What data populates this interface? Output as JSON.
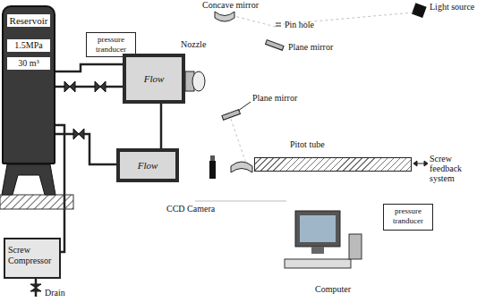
{
  "diagram": {
    "nodes": [
      {
        "text": [
          "Reservoir",
          "1.5MPa",
          "30 m³"
        ]
      },
      {
        "text": [
          "pressure tranducer"
        ]
      },
      {
        "text": [
          "Flow"
        ]
      },
      {
        "text": [
          "Pitot tube"
        ]
      },
      {
        "text": [
          "Flow"
        ]
      },
      {
        "text": [
          "pressure tranducer"
        ]
      },
      {
        "text": [
          "Screw Compressor"
        ]
      }
    ],
    "edges": [
      {
        "from": 0,
        "to": 2,
        "arrow": "none"
      },
      {
        "from": 0,
        "to": 4,
        "arrow": "none"
      },
      {
        "from": 6,
        "to": 0,
        "arrow": "none"
      },
      {
        "from": 2,
        "to": 4,
        "arrow": "none"
      }
    ],
    "labels": [
      "Concave mirror",
      "Light source",
      "Pin hole",
      "Nozzle",
      "Plane mirror",
      "Plane mirror",
      "Screw feedback system",
      "CCD Camera",
      "Computer",
      "Drain"
    ]
  }
}
